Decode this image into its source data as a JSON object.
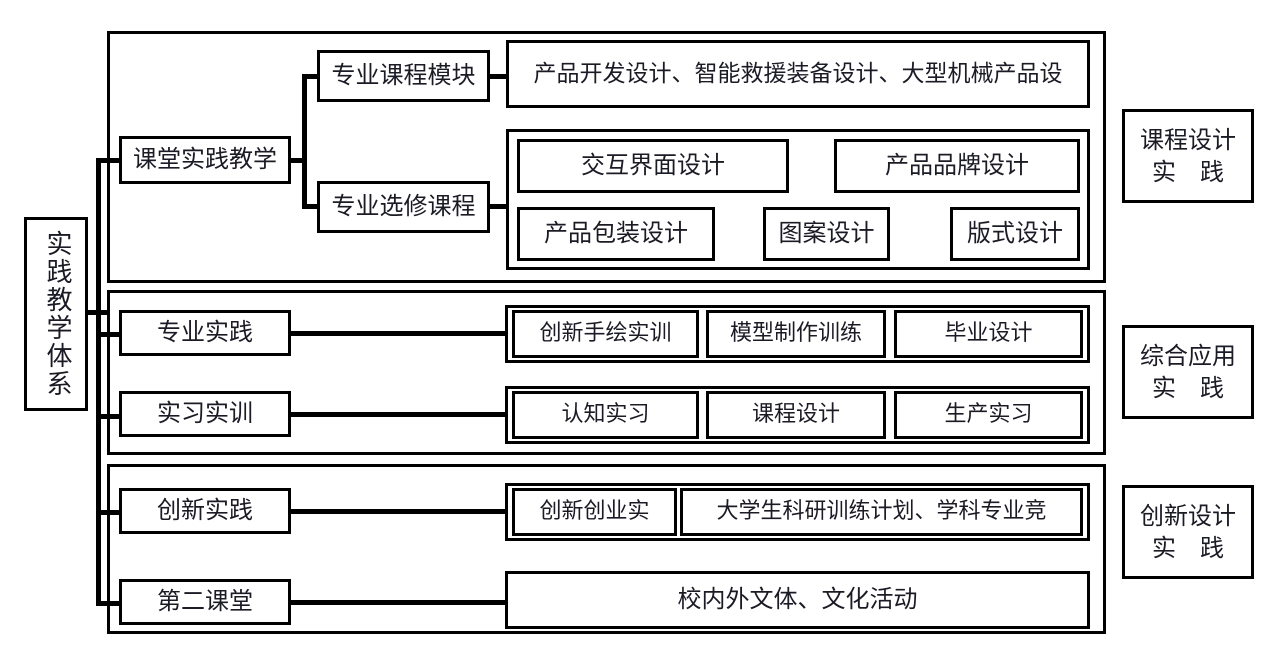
{
  "diagram": {
    "title_root": "实践教学体系",
    "branches": [
      {
        "name": "课堂实践教学",
        "category_label_line1": "课程设计",
        "category_label_line2": "实　践",
        "subbranches": [
          {
            "name": "专业课程模块",
            "items": [
              "产品开发设计、智能救援装备设计、大型机械产品设"
            ]
          },
          {
            "name": "专业选修课程",
            "items": [
              "交互界面设计",
              "产品品牌设计",
              "产品包装设计",
              "图案设计",
              "版式设计"
            ]
          }
        ]
      },
      {
        "name_a": "专业实践",
        "items_a": [
          "创新手绘实训",
          "模型制作训练",
          "毕业设计"
        ],
        "name_b": "实习实训",
        "items_b": [
          "认知实习",
          "课程设计",
          "生产实习"
        ],
        "category_label_line1": "综合应用",
        "category_label_line2": "实　践"
      },
      {
        "name_a": "创新实践",
        "items_a": [
          "创新创业实",
          "大学生科研训练计划、学科专业竞"
        ],
        "name_b": "第二课堂",
        "items_b": [
          "校内外文体、文化活动"
        ],
        "category_label_line1": "创新设计",
        "category_label_line2": "实　践"
      }
    ]
  },
  "colors": {
    "stroke": "#000000",
    "text": "#1b1b25",
    "background": "#ffffff"
  }
}
